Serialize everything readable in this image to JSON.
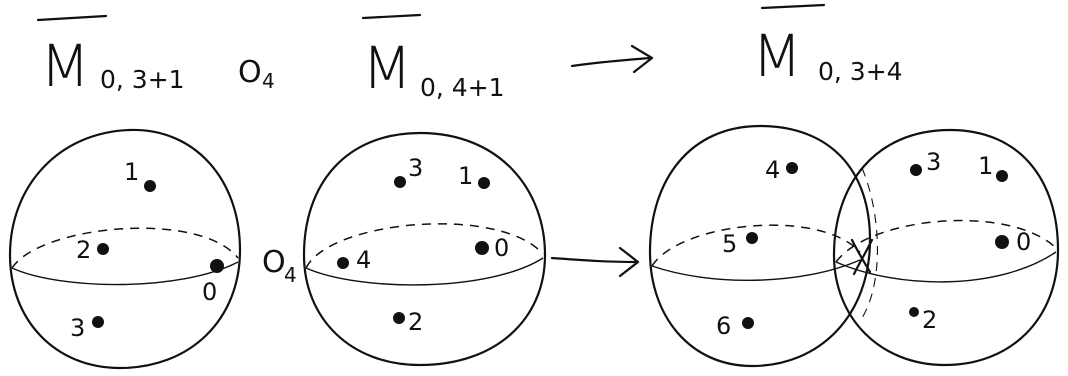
{
  "top_row": {
    "moduli_left": {
      "symbol": "M",
      "subscript": "0, 3+1"
    },
    "operator_1": "O",
    "operator_1_sub": "4",
    "moduli_middle": {
      "symbol": "M",
      "subscript": "0, 4+1"
    },
    "arrow": "⟶",
    "moduli_right": {
      "symbol": "M",
      "subscript": "0, 3+4"
    }
  },
  "sphere_left": {
    "labels": [
      "1",
      "2",
      "0",
      "3"
    ]
  },
  "operator_2": "O",
  "operator_2_sub": "4",
  "sphere_middle": {
    "labels": [
      "3",
      "1",
      "4",
      "0",
      "2"
    ]
  },
  "sphere_right_a": {
    "labels": [
      "4",
      "5",
      "6"
    ]
  },
  "node_mark": "x",
  "sphere_right_b": {
    "labels": [
      "3",
      "1",
      "0",
      "2"
    ]
  }
}
